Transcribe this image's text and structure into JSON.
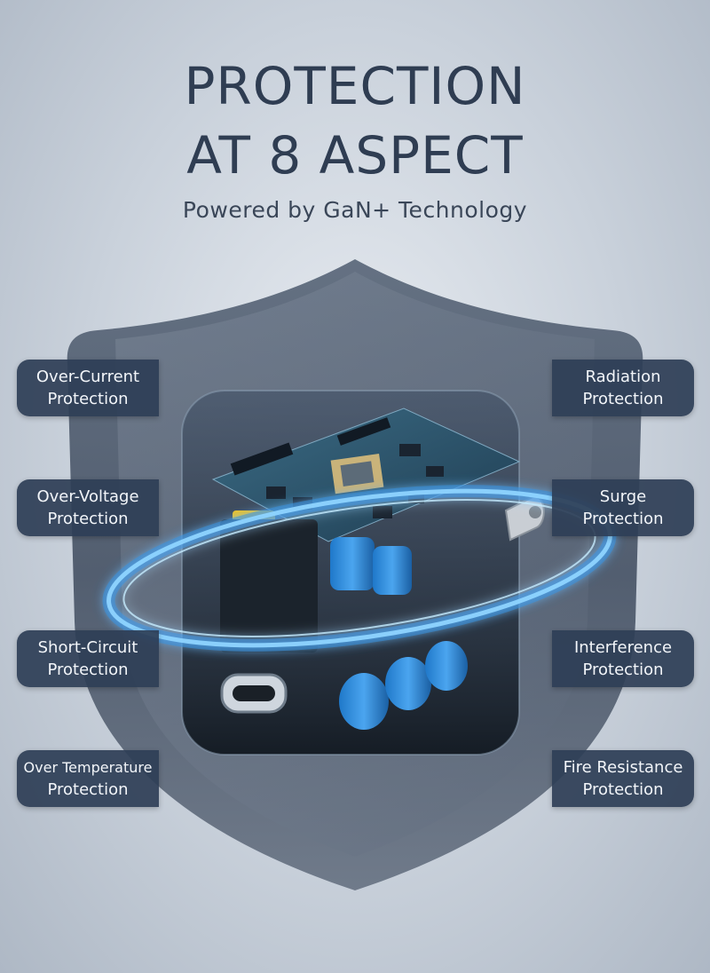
{
  "header": {
    "title_line1": "PROTECTION",
    "title_line2": "AT 8 ASPECT",
    "subtitle": "Powered by GaN+ Technology"
  },
  "features": {
    "left": [
      {
        "line1": "Over-Current",
        "line2": "Protection"
      },
      {
        "line1": "Over-Voltage",
        "line2": "Protection"
      },
      {
        "line1": "Short-Circuit",
        "line2": "Protection"
      },
      {
        "line1": "Over Temperature",
        "line2": "Protection"
      }
    ],
    "right": [
      {
        "line1": "Radiation",
        "line2": "Protection"
      },
      {
        "line1": "Surge",
        "line2": "Protection"
      },
      {
        "line1": "Interference",
        "line2": "Protection"
      },
      {
        "line1": "Fire Resistance",
        "line2": "Protection"
      }
    ]
  },
  "colors": {
    "title": "#2f3d52",
    "badge_bg": "#2e3e56",
    "ring_glow": "#4fb8ff",
    "shield": "#4a5568"
  }
}
